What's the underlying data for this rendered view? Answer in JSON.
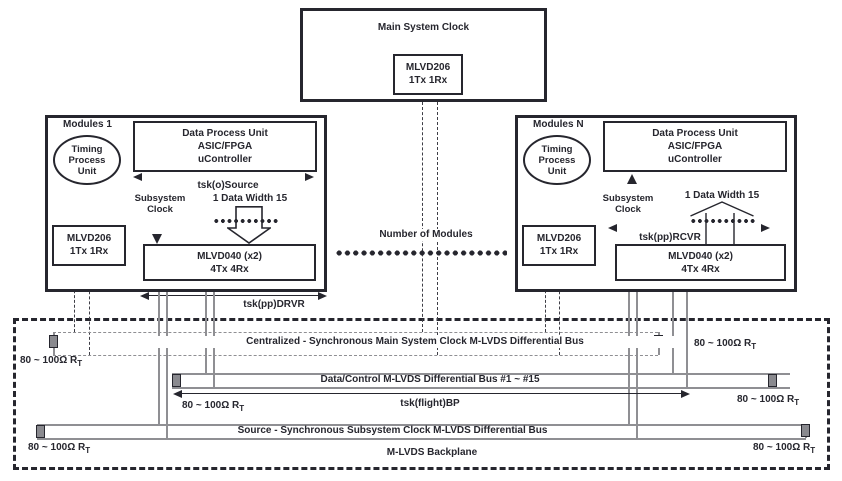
{
  "colors": {
    "dark": "#26262e",
    "gray": "#8f8f93",
    "resistor_fill": "#8a8a8f"
  },
  "main_clock": {
    "title": "Main System Clock",
    "chip": "MLVD206\n1Tx 1Rx"
  },
  "modules": {
    "left": {
      "title": "Modules 1",
      "timing_unit": "Timing\nProcess\nUnit",
      "dpu": "Data Process Unit\nASIC/FPGA\nuController",
      "chip206": "MLVD206\n1Tx 1Rx",
      "chip040": "MLVD040 (x2)\n4Tx 4Rx",
      "tsk_source_label": "tsk(o)Source",
      "subsystem_clock_label": "Subsystem\nClock",
      "data_width_label": "1 Data Width 15",
      "tsk_drvr_label": "tsk(pp)DRVR"
    },
    "right": {
      "title": "Modules N",
      "timing_unit": "Timing\nProcess\nUnit",
      "dpu": "Data Process Unit\nASIC/FPGA\nuController",
      "chip206": "MLVD206\n1Tx 1Rx",
      "chip040": "MLVD040 (x2)\n4Tx 4Rx",
      "subsystem_clock_label": "Subsystem\nClock",
      "data_width_label": "1 Data Width 15",
      "tsk_rcvr_label": "tsk(pp)RCVR"
    }
  },
  "middle": {
    "label": "Number of Modules"
  },
  "backplane": {
    "title": "M-LVDS Backplane",
    "centralized_bus_label": "Centralized - Synchronous Main System Clock M-LVDS Differential Bus",
    "data_bus_label": "Data/Control M-LVDS Differential Bus #1 ~ #15",
    "source_bus_label": "Source - Synchronous Subsystem Clock M-LVDS Differential Bus",
    "tsk_flight_label": "tsk(flight)BP",
    "termination": {
      "text": "80 ~ 100Ω R",
      "sub": "T"
    }
  }
}
